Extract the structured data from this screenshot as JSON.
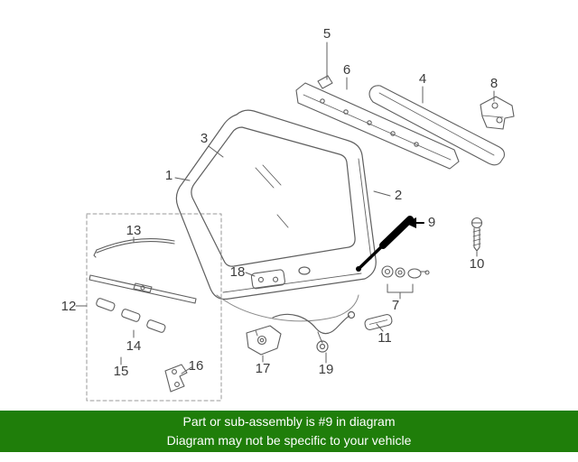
{
  "banner": {
    "line1": "Part or sub-assembly is #9 in diagram",
    "line2": "Diagram may not be specific to your vehicle",
    "bg_color": "#1f7e0a",
    "text_color": "#ffffff"
  },
  "diagram": {
    "highlighted_part": "9",
    "labels": {
      "p1": "1",
      "p2": "2",
      "p3": "3",
      "p4": "4",
      "p5": "5",
      "p6": "6",
      "p7": "7",
      "p8": "8",
      "p9": "9",
      "p10": "10",
      "p11": "11",
      "p12": "12",
      "p13": "13",
      "p14": "14",
      "p15": "15",
      "p16": "16",
      "p17": "17",
      "p18": "18",
      "p19": "19"
    },
    "colors": {
      "line": "#5f5f5f",
      "label": "#3c3c3c",
      "highlight": "#000000"
    }
  }
}
